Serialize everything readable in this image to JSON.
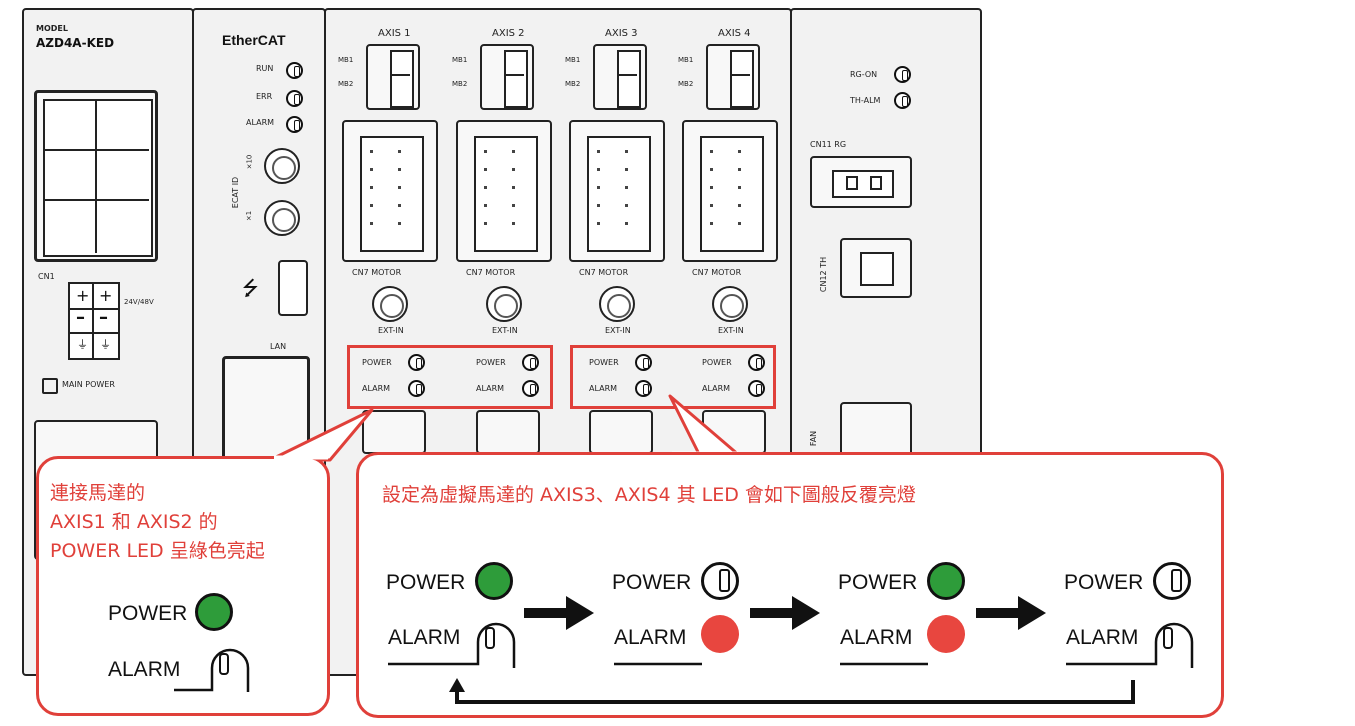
{
  "device": {
    "model_label": "MODEL",
    "model_name": "AZD4A-KED",
    "ethercat_logo": "EtherCAT",
    "cn1_label": "CN1",
    "voltage_label": "24V/48V",
    "main_power_label": "MAIN POWER",
    "status_leds": [
      "RUN",
      "ERR",
      "ALARM"
    ],
    "ecat_id_label": "ECAT ID",
    "ecat_x10": "×10",
    "ecat_x1": "×1",
    "usb_icon": "usb-icon",
    "lan_label": "LAN",
    "axes": [
      {
        "name": "AXIS 1",
        "mb1": "MB1",
        "mb2": "MB2",
        "motor_label": "CN7 MOTOR",
        "ext_in": "EXT-IN",
        "power": "POWER",
        "alarm": "ALARM"
      },
      {
        "name": "AXIS 2",
        "mb1": "MB1",
        "mb2": "MB2",
        "motor_label": "CN7 MOTOR",
        "ext_in": "EXT-IN",
        "power": "POWER",
        "alarm": "ALARM"
      },
      {
        "name": "AXIS 3",
        "mb1": "MB1",
        "mb2": "MB2",
        "motor_label": "CN7 MOTOR",
        "ext_in": "EXT-IN",
        "power": "POWER",
        "alarm": "ALARM"
      },
      {
        "name": "AXIS 4",
        "mb1": "MB1",
        "mb2": "MB2",
        "motor_label": "CN7 MOTOR",
        "ext_in": "EXT-IN",
        "power": "POWER",
        "alarm": "ALARM"
      }
    ],
    "right_leds": [
      "RG-ON",
      "TH-ALM"
    ],
    "cn11_label": "CN11 RG",
    "cn12_label": "CN12 TH",
    "fan_label": "FAN"
  },
  "callout_left": {
    "lines": [
      "連接馬達的",
      "AXIS1 和 AXIS2 的",
      "POWER LED 呈綠色亮起"
    ],
    "power_label": "POWER",
    "alarm_label": "ALARM"
  },
  "callout_right": {
    "title": "設定為虛擬馬達的 AXIS3、AXIS4 其 LED 會如下圖般反覆亮燈",
    "states": [
      {
        "power": "POWER",
        "alarm": "ALARM",
        "power_state": "green",
        "alarm_state": "off"
      },
      {
        "power": "POWER",
        "alarm": "ALARM",
        "power_state": "off",
        "alarm_state": "red"
      },
      {
        "power": "POWER",
        "alarm": "ALARM",
        "power_state": "green",
        "alarm_state": "red"
      },
      {
        "power": "POWER",
        "alarm": "ALARM",
        "power_state": "off",
        "alarm_state": "off"
      }
    ]
  },
  "colors": {
    "highlight": "#e0403a",
    "led_green": "#2e9c3a",
    "led_red": "#e8463f"
  }
}
